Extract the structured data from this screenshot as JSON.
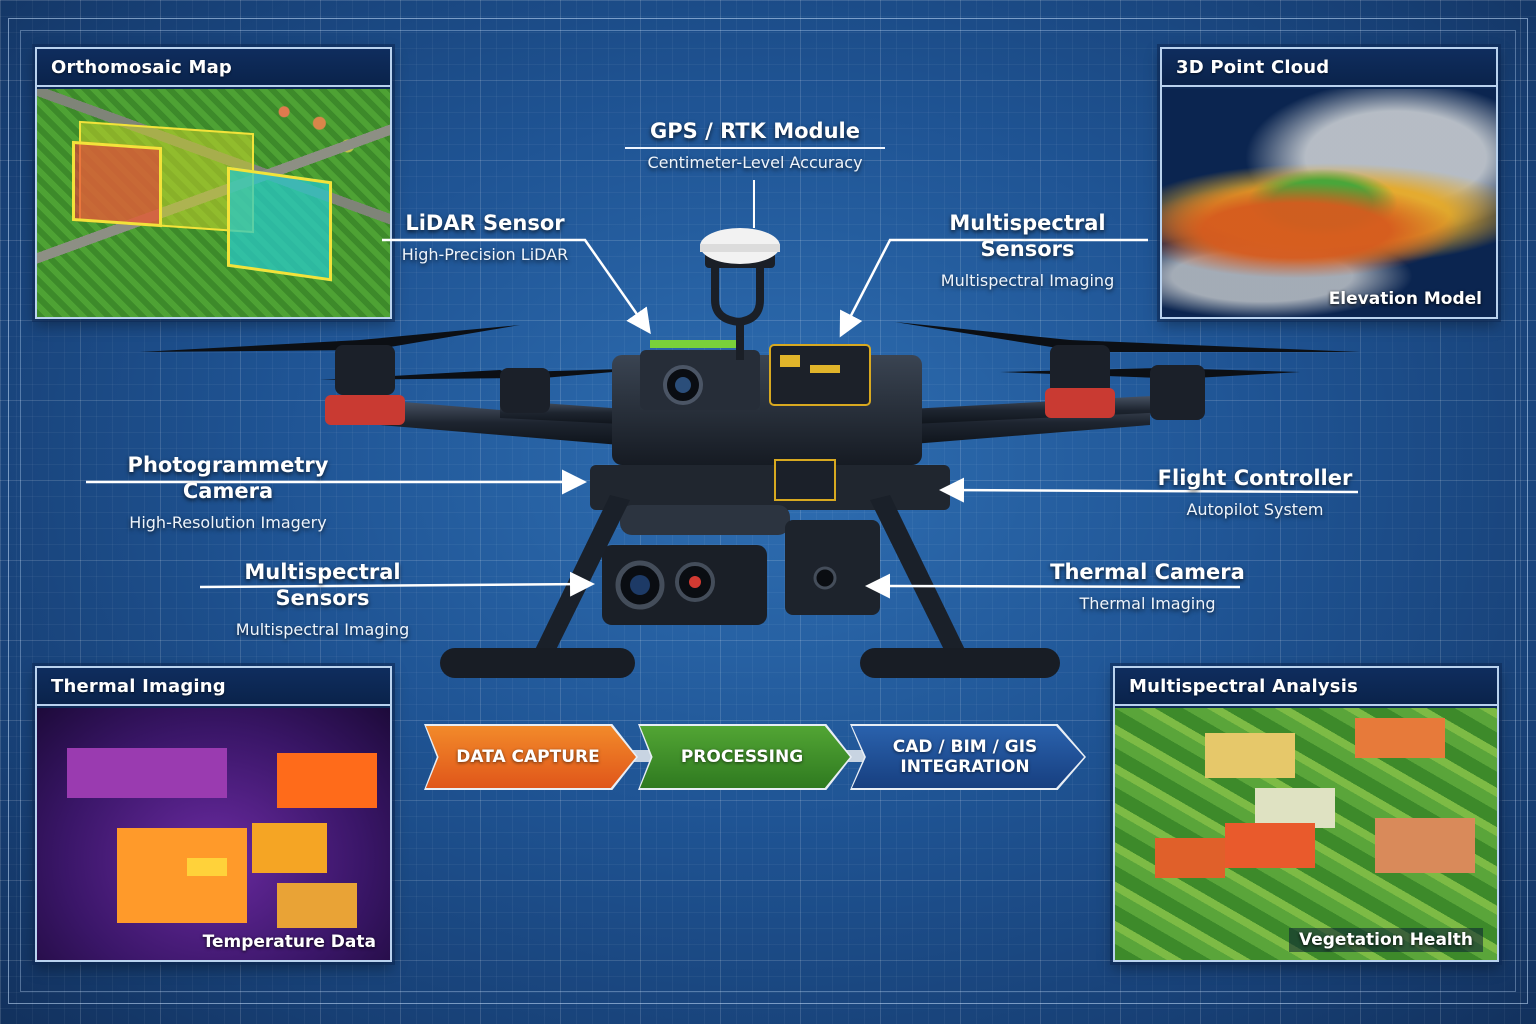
{
  "diagram": {
    "subject": "Survey drone with sensor payload",
    "colors": {
      "background": "#1f5494",
      "panel_header": "#0f2d5e",
      "panel_border": "#b9d2ee",
      "text": "#ffffff",
      "arrow": "#ffffff",
      "step_data_capture": "#e8661c",
      "step_processing": "#3f8f2a",
      "step_integration": "#1f4f97",
      "drone_motor_accent": "#d8453a",
      "rtk_dome": "#f2f2f2"
    }
  },
  "panels": {
    "orthomosaic": {
      "title": "Orthomosaic Map"
    },
    "point_cloud": {
      "title": "3D Point Cloud",
      "caption": "Elevation Model"
    },
    "thermal": {
      "title": "Thermal Imaging",
      "caption": "Temperature Data"
    },
    "multispectral": {
      "title": "Multispectral Analysis",
      "caption": "Vegetation Health"
    }
  },
  "callouts": {
    "gps": {
      "title": "GPS / RTK Module",
      "subtitle": "Centimeter-Level Accuracy"
    },
    "lidar": {
      "title": "LiDAR Sensor",
      "subtitle": "High-Precision LiDAR"
    },
    "multispectral_top": {
      "title": "Multispectral Sensors",
      "subtitle": "Multispectral Imaging"
    },
    "photogrammetry": {
      "title": "Photogrammetry Camera",
      "subtitle": "High-Resolution Imagery"
    },
    "flight_controller": {
      "title": "Flight Controller",
      "subtitle": "Autopilot System"
    },
    "multispectral_bottom": {
      "title": "Multispectral Sensors",
      "subtitle": "Multispectral Imaging"
    },
    "thermal_camera": {
      "title": "Thermal Camera",
      "subtitle": "Thermal Imaging"
    }
  },
  "workflow": {
    "steps": [
      {
        "label": "DATA CAPTURE",
        "color": "#e8661c"
      },
      {
        "label": "PROCESSING",
        "color": "#3f8f2a"
      },
      {
        "label": "CAD / BIM / GIS INTEGRATION",
        "label_line1": "CAD / BIM / GIS",
        "label_line2": "INTEGRATION",
        "color": "#1f4f97"
      }
    ]
  }
}
